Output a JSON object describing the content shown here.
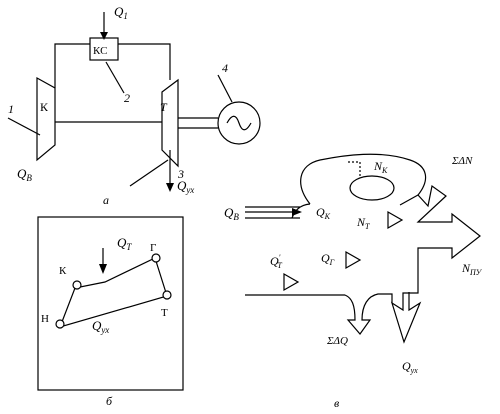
{
  "diagram_a": {
    "q1": "Q",
    "q1_sub": "1",
    "kc": "КС",
    "k": "К",
    "t": "Т",
    "qv": "Q",
    "qv_sub": "В",
    "qux": "Q",
    "qux_sub": "ух",
    "n1": "1",
    "n2": "2",
    "n3": "3",
    "n4": "4",
    "caption": "а"
  },
  "diagram_b": {
    "qt": "Q",
    "qt_sub": "Т",
    "g": "Г",
    "k": "К",
    "n": "Н",
    "t": "Т",
    "qux": "Q",
    "qux_sub": "ух",
    "caption": "б"
  },
  "diagram_v": {
    "nk": "N",
    "nk_sub": "К",
    "sum_dn": "ΣΔN",
    "qv": "Q",
    "qv_sub": "В",
    "qk": "Q",
    "qk_sub": "К",
    "nt": "N",
    "nt_sub": "Т",
    "qt_prime": "Q",
    "qt_prime_sub": "Т",
    "qg": "Q",
    "qg_sub": "Г",
    "npu": "N",
    "npu_sub": "ПУ",
    "sum_dq": "ΣΔQ",
    "qux": "Q",
    "qux_sub": "ух",
    "caption": "в"
  }
}
